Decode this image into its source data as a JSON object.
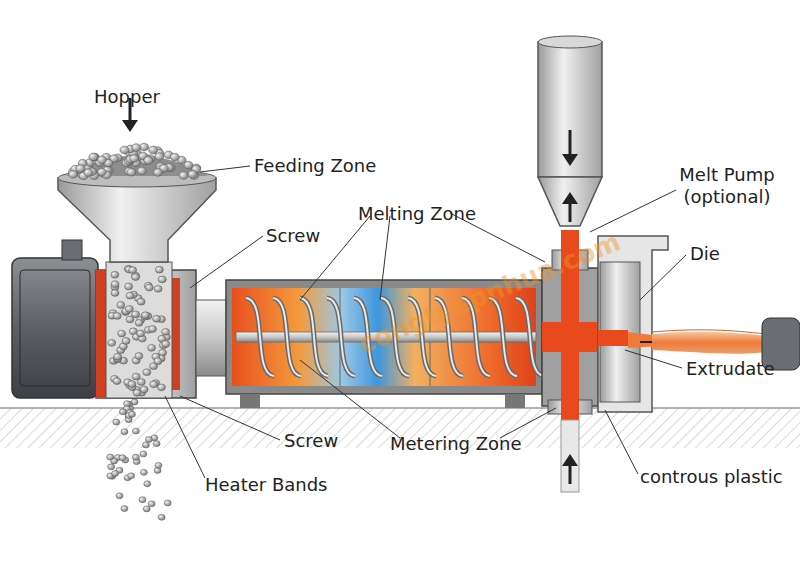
{
  "diagram": {
    "labels": [
      "Hopper",
      "Feeding Zone",
      "Screw",
      "Melting Zone",
      "Melt Pump (optional)",
      "Die",
      "Extrudate",
      "Screw",
      "Metering Zone",
      "Heater Bands",
      "controus plastic",
      "congtyepnhua.com"
    ]
  }
}
